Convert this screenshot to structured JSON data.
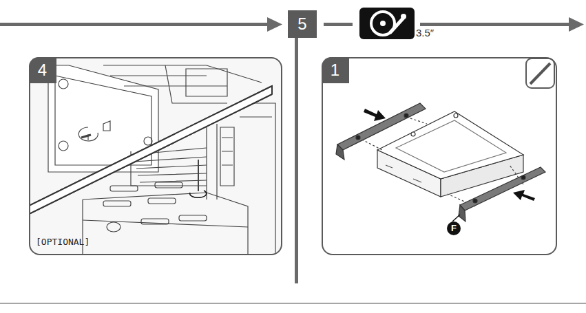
{
  "diagram": {
    "nodes": [
      {
        "text": [
          "4",
          "[OPTIONAL]"
        ]
      },
      {
        "text": [
          "5"
        ]
      },
      {
        "text": [
          "1"
        ]
      },
      {
        "text": [
          "F"
        ],
        "in": 2
      }
    ],
    "labels": [
      "3.5″"
    ]
  }
}
